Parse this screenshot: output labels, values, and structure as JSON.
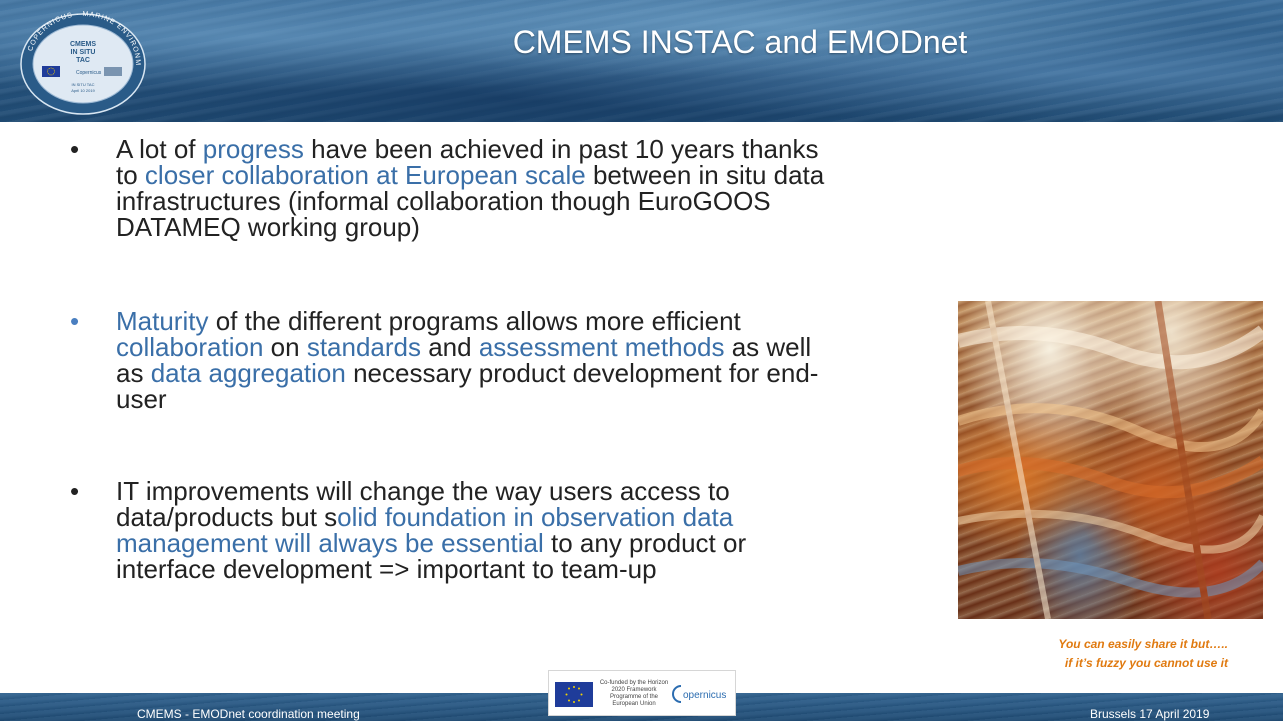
{
  "header": {
    "title": "CMEMS INSTAC and EMODnet"
  },
  "logo": {
    "ring_text": "COPERNICUS · MARINE ENVIRONMENT MONITORING SERVICE",
    "center_lines": [
      "CMEMS",
      "IN SITU",
      "TAC"
    ],
    "bottom_lines": [
      "IN SITU TAC",
      "April 10 2019"
    ]
  },
  "bullets": [
    {
      "segments": [
        {
          "text": "A lot of ",
          "hl": false
        },
        {
          "text": "progress",
          "hl": true
        },
        {
          "text": " have been achieved in past 10 years thanks",
          "hl": false
        },
        {
          "br": true
        },
        {
          "text": "to ",
          "hl": false
        },
        {
          "text": "closer collaboration at European scale",
          "hl": true
        },
        {
          "text": " between in situ data",
          "hl": false
        },
        {
          "br": true
        },
        {
          "text": "infrastructures  (informal collaboration though EuroGOOS",
          "hl": false
        },
        {
          "br": true
        },
        {
          "text": "DATAMEQ working group)",
          "hl": false
        }
      ]
    },
    {
      "segments": [
        {
          "text": "Maturity",
          "hl": true
        },
        {
          "text": " of the different programs allows more efficient",
          "hl": false
        },
        {
          "br": true
        },
        {
          "text": "collaboration",
          "hl": true
        },
        {
          "text": " on ",
          "hl": false
        },
        {
          "text": "standards",
          "hl": true
        },
        {
          "text": " and ",
          "hl": false
        },
        {
          "text": "assessment methods",
          "hl": true
        },
        {
          "text": " as well",
          "hl": false
        },
        {
          "br": true
        },
        {
          "text": "as ",
          "hl": false
        },
        {
          "text": "data aggregation",
          "hl": true
        },
        {
          "text": " necessary product development for  end-",
          "hl": false
        },
        {
          "br": true
        },
        {
          "text": "user",
          "hl": false
        }
      ]
    },
    {
      "segments": [
        {
          "text": "IT improvements will change the way users access to",
          "hl": false
        },
        {
          "br": true
        },
        {
          "text": "data/products  but s",
          "hl": false
        },
        {
          "text": "olid foundation in observation data",
          "hl": true
        },
        {
          "br": true
        },
        {
          "text": "management will always be essential",
          "hl": true
        },
        {
          "text": " to any product or",
          "hl": false
        },
        {
          "br": true
        },
        {
          "text": "interface development => important to team-up",
          "hl": false
        }
      ]
    }
  ],
  "caption": {
    "line1": "You can easily share it but…..",
    "line2": "if it’s fuzzy you cannot use it"
  },
  "footer": {
    "left": "CMEMS - EMODnet coordination meeting",
    "right": "Brussels 17 April 2019",
    "eu_text": "Co-funded by the Horizon 2020 Framework Programme of the European Union",
    "copernicus": "opernicus"
  },
  "colors": {
    "highlight": "#3a6fa8",
    "caption": "#e07a10",
    "header_blue": "#2b5a86"
  }
}
